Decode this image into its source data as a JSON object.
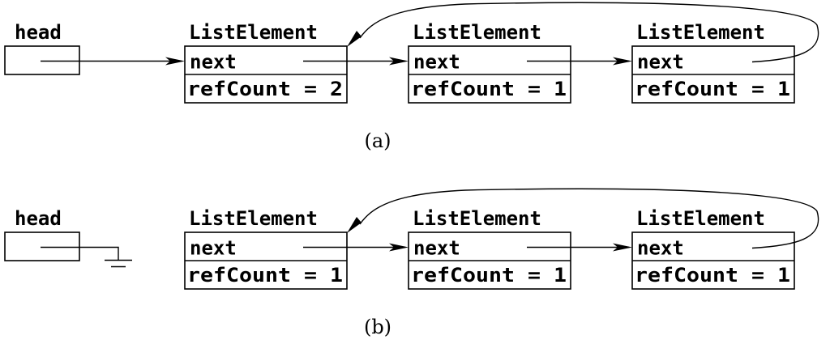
{
  "head_label": "head",
  "element_label": "ListElement",
  "next_label": "next",
  "refcount_label": "refCount",
  "refcount_eq": "=",
  "diagrams": [
    {
      "caption": "(a)",
      "head_grounded": false,
      "refcounts": [
        2,
        1,
        1
      ]
    },
    {
      "caption": "(b)",
      "head_grounded": true,
      "refcounts": [
        1,
        1,
        1
      ]
    }
  ]
}
